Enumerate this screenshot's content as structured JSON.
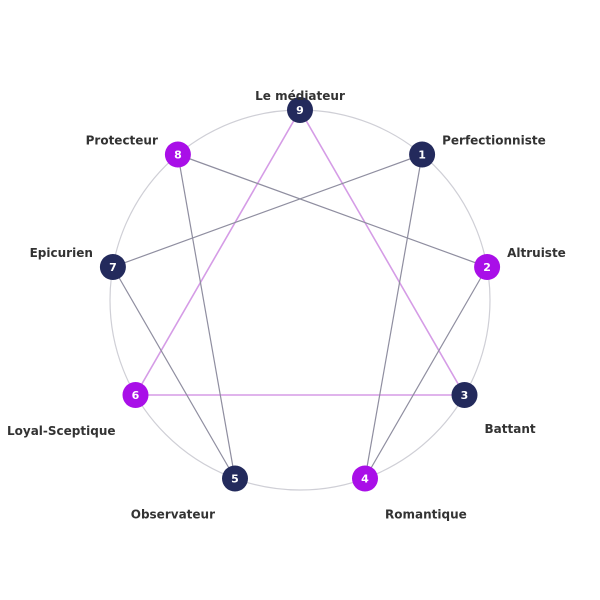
{
  "colors": {
    "circle": "#cfcfd6",
    "dark_node": "#232a5c",
    "purple_node": "#a90fe8",
    "triangle_line": "#d59ce6",
    "hexad_line": "#8f8ea0"
  },
  "nodes": [
    {
      "number": "9",
      "label": "Le médiateur",
      "color": "dark"
    },
    {
      "number": "1",
      "label": "Perfectionniste",
      "color": "dark"
    },
    {
      "number": "2",
      "label": "Altruiste",
      "color": "purple"
    },
    {
      "number": "3",
      "label": "Battant",
      "color": "dark"
    },
    {
      "number": "4",
      "label": "Romantique",
      "color": "purple"
    },
    {
      "number": "5",
      "label": "Observateur",
      "color": "dark"
    },
    {
      "number": "6",
      "label": "Loyal-Sceptique",
      "color": "purple"
    },
    {
      "number": "7",
      "label": "Epicurien",
      "color": "dark"
    },
    {
      "number": "8",
      "label": "Protecteur",
      "color": "purple"
    }
  ],
  "edges": [
    {
      "from": "9",
      "to": "3",
      "style": "triangle"
    },
    {
      "from": "3",
      "to": "6",
      "style": "triangle"
    },
    {
      "from": "6",
      "to": "9",
      "style": "triangle"
    },
    {
      "from": "1",
      "to": "4",
      "style": "hexad"
    },
    {
      "from": "4",
      "to": "2",
      "style": "hexad"
    },
    {
      "from": "2",
      "to": "8",
      "style": "hexad"
    },
    {
      "from": "8",
      "to": "5",
      "style": "hexad"
    },
    {
      "from": "5",
      "to": "7",
      "style": "hexad"
    },
    {
      "from": "7",
      "to": "1",
      "style": "hexad"
    }
  ]
}
